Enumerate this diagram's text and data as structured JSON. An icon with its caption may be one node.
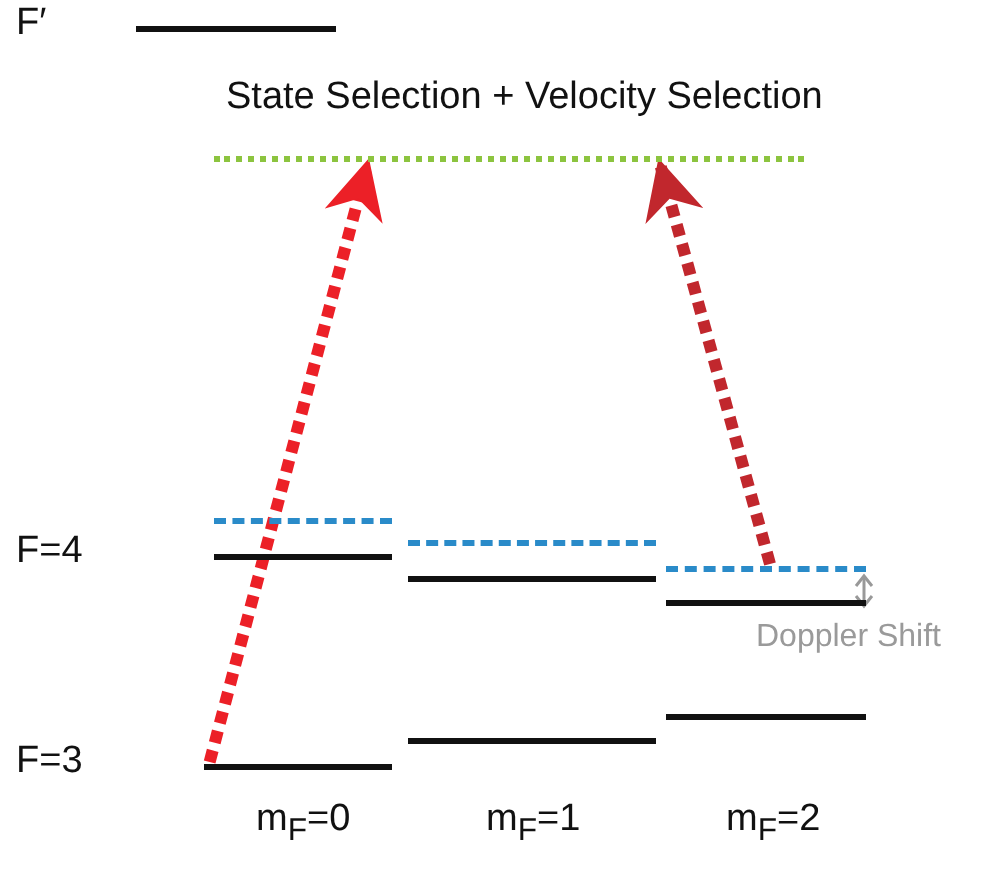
{
  "diagram": {
    "nodes": [
      {
        "text": [],
        "shape": "bar",
        "beside": [
          "F′"
        ]
      },
      {
        "text": [
          "State Selection + Velocity Selection"
        ]
      },
      {
        "text": [],
        "shape": "bar"
      },
      {
        "text": [],
        "shape": "bar"
      },
      {
        "text": [],
        "shape": "bar",
        "beside": [
          "F=4"
        ]
      },
      {
        "text": [],
        "shape": "bar"
      },
      {
        "text": [],
        "shape": "bar"
      },
      {
        "text": [],
        "shape": "bar"
      },
      {
        "text": [],
        "shape": "bar"
      },
      {
        "text": [],
        "shape": "bar",
        "beside": [
          "F=3"
        ]
      },
      {
        "text": [],
        "shape": "bar"
      }
    ],
    "edges": [
      {
        "from": 9,
        "to": 1,
        "arrow": "to",
        "style": "dashed",
        "color": "#ec2027"
      },
      {
        "from": 6,
        "to": 1,
        "arrow": "to",
        "style": "dashed",
        "color": "#c1272d"
      }
    ],
    "labels": [
      "m$_{F}$=0",
      "m$_{F}$=1",
      "m$_{F}$=2",
      "Doppler Shift"
    ]
  }
}
